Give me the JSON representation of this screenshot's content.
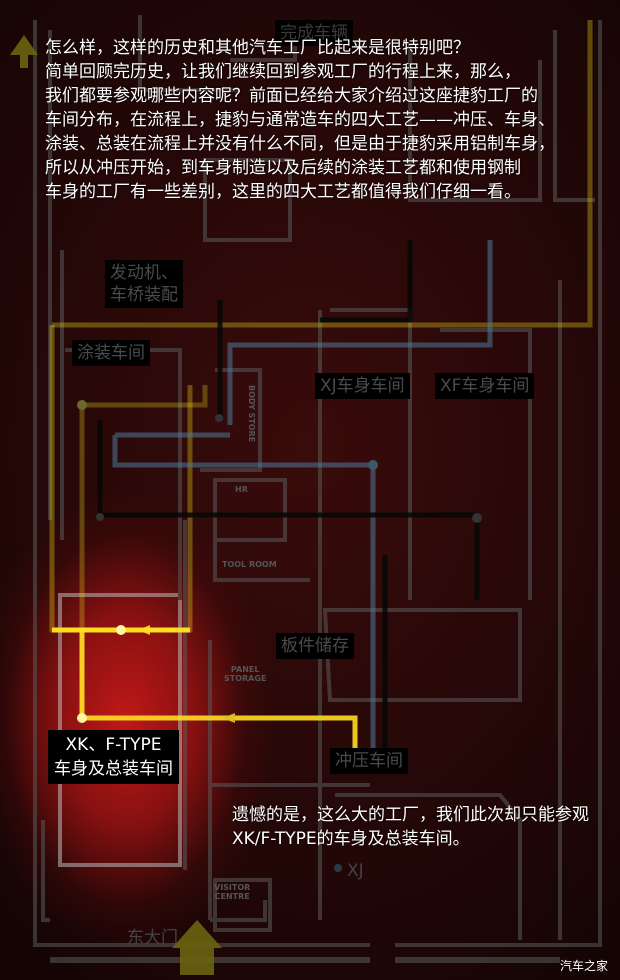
{
  "intro_paragraph": {
    "lines": [
      "怎么样，这样的历史和其他汽车工厂比起来是很特别吧？",
      "简单回顾完历史，让我们继续回到参观工厂的行程上来，那么，",
      "我们都要参观哪些内容呢？前面已经给大家介绍过这座捷豹工厂的",
      "车间分布，在流程上，捷豹与通常造车的四大工艺——冲压、车身、",
      "涂装、总装在流程上并没有什么不同，但是由于捷豹采用铝制车身，",
      "所以从冲压开始，到车身制造以及后续的涂装工艺都和使用钢制",
      "车身的工厂有一些差别，这里的四大工艺都值得我们仔细一看。"
    ]
  },
  "map": {
    "labels": {
      "finished_vehicles": "完成车辆",
      "engine_axle": [
        "发动机、",
        "车桥装配"
      ],
      "paint_shop": "涂装车间",
      "xj_body": "XJ车身车间",
      "xf_body": "XF车身车间",
      "panel_storage_cn": "板件储存",
      "press_shop": "冲压车间",
      "xk_ftype": [
        "XK、F-TYPE",
        "车身及总装车间"
      ],
      "east_gate": "东大门",
      "xj": "XJ"
    },
    "small_labels": {
      "body_store": "BODY STORE",
      "hr": "HR",
      "tool_room": "TOOL ROOM",
      "panel_storage": [
        "PANEL",
        "STORAGE"
      ],
      "visitor_centre": [
        "VISITOR",
        "CENTRE"
      ]
    },
    "colors": {
      "route_yellow": "#e8d21a",
      "route_blue": "#4a7a9a",
      "route_black": "#0a0a0a",
      "highlight_red": "#c01818"
    }
  },
  "bottom_note": {
    "lines": [
      "遗憾的是，这么大的工厂，我们此次却只能参观",
      "XK/F-TYPE的车身及总装车间。"
    ]
  },
  "watermark": "汽车之家"
}
